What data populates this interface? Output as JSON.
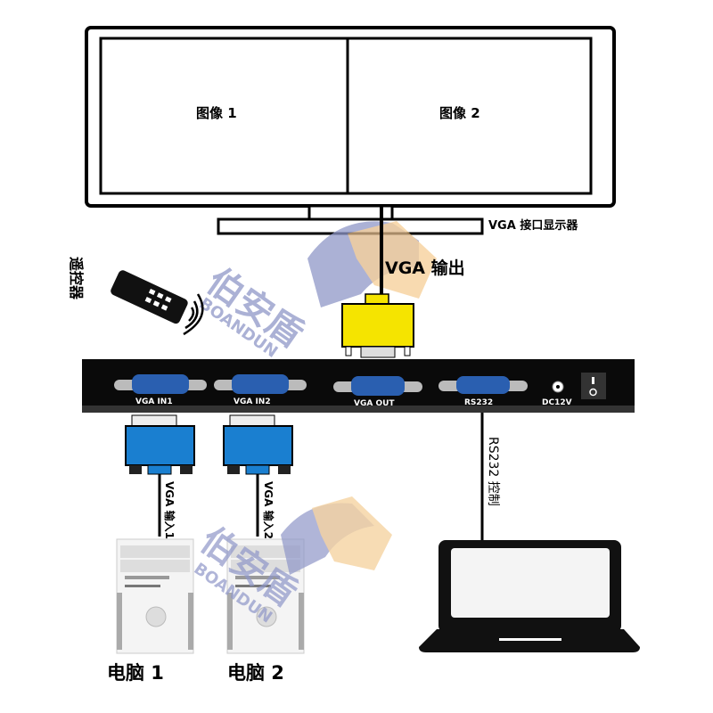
{
  "monitor": {
    "screen_left": "图像 1",
    "screen_right": "图像 2",
    "label": "VGA 接口显示器"
  },
  "output_label": "VGA  输出",
  "remote_label": "遥控器",
  "device": {
    "ports": [
      "VGA  IN1",
      "VGA  IN2",
      "VGA  OUT",
      "RS232",
      "DC12V"
    ]
  },
  "cables": {
    "in1": "VGA 输入1",
    "in2": "VGA 输入2",
    "rs232": "RS232 控制"
  },
  "computers": [
    "电脑 1",
    "电脑 2"
  ],
  "watermark": {
    "text": "伯安盾",
    "latin": "BOANDUN"
  },
  "colors": {
    "vga_out_connector": "#f5e400",
    "vga_in_connector": "#1a7fd0",
    "device": "#0a0a0a",
    "port_blue": "#2a5fb0",
    "watermark_blue": "#8f97c8",
    "watermark_orange": "#f3c27a"
  }
}
